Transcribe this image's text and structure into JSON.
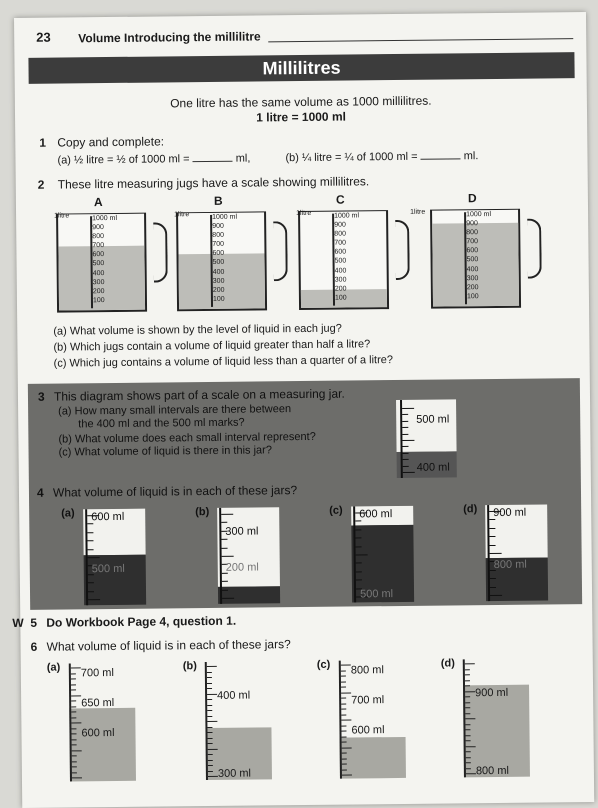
{
  "header": {
    "unit_number": "23",
    "title": "Volume  Introducing the millilitre"
  },
  "banner": "Millilitres",
  "intro": {
    "line1": "One litre has the same volume as 1000 millilitres.",
    "line2": "1 litre = 1000 ml"
  },
  "q1": {
    "num": "1",
    "text": "Copy and complete:",
    "a": "(a) ½ litre = ½ of 1000 ml =",
    "a_end": "ml,",
    "b": "(b) ¼ litre = ¼ of 1000 ml =",
    "b_end": "ml."
  },
  "q2": {
    "num": "2",
    "text": "These litre measuring jugs have a scale showing millilitres.",
    "jugs": [
      {
        "label": "A",
        "level_ml": 700
      },
      {
        "label": "B",
        "level_ml": 600
      },
      {
        "label": "C",
        "level_ml": 200
      },
      {
        "label": "D",
        "level_ml": 900
      }
    ],
    "ticks": [
      "1000 ml",
      "900",
      "800",
      "700",
      "600",
      "500",
      "400",
      "300",
      "200",
      "100"
    ],
    "litre_label": "1litre",
    "parts": [
      "(a) What volume is shown by the level of liquid in each jug?",
      "(b) Which jugs contain a volume of liquid greater than half a litre?",
      "(c) Which jug contains a volume of liquid less than a quarter of a litre?"
    ]
  },
  "q3": {
    "num": "3",
    "text": "This diagram shows part of a scale on a measuring jar.",
    "a": "(a) How many small intervals are there between",
    "a2": "the 400 ml and the 500 ml marks?",
    "b": "(b) What volume does each small interval represent?",
    "c": "(c) What volume of liquid is there in this jar?",
    "top": "500 ml",
    "bottom": "400 ml"
  },
  "q4": {
    "num": "4",
    "text": "What volume of liquid is in each of these jars?",
    "jars": [
      {
        "label": "(a)",
        "top": "600 ml",
        "bottom": "500 ml"
      },
      {
        "label": "(b)",
        "top": "300 ml",
        "bottom": "200 ml"
      },
      {
        "label": "(c)",
        "top": "600 ml",
        "bottom": "500 ml"
      },
      {
        "label": "(d)",
        "top": "900 ml",
        "bottom": "800 ml"
      }
    ]
  },
  "q5": {
    "margin": "W",
    "num": "5",
    "text": "Do Workbook Page 4, question 1."
  },
  "q6": {
    "num": "6",
    "text": "What volume of liquid is in each of these jars?",
    "jars": [
      {
        "label": "(a)",
        "marks": [
          "700 ml",
          "650 ml",
          "600 ml"
        ]
      },
      {
        "label": "(b)",
        "marks": [
          "400 ml",
          "300 ml"
        ]
      },
      {
        "label": "(c)",
        "marks": [
          "800 ml",
          "700 ml",
          "600 ml"
        ]
      },
      {
        "label": "(d)",
        "marks": [
          "900 ml",
          "800 ml"
        ]
      }
    ]
  }
}
